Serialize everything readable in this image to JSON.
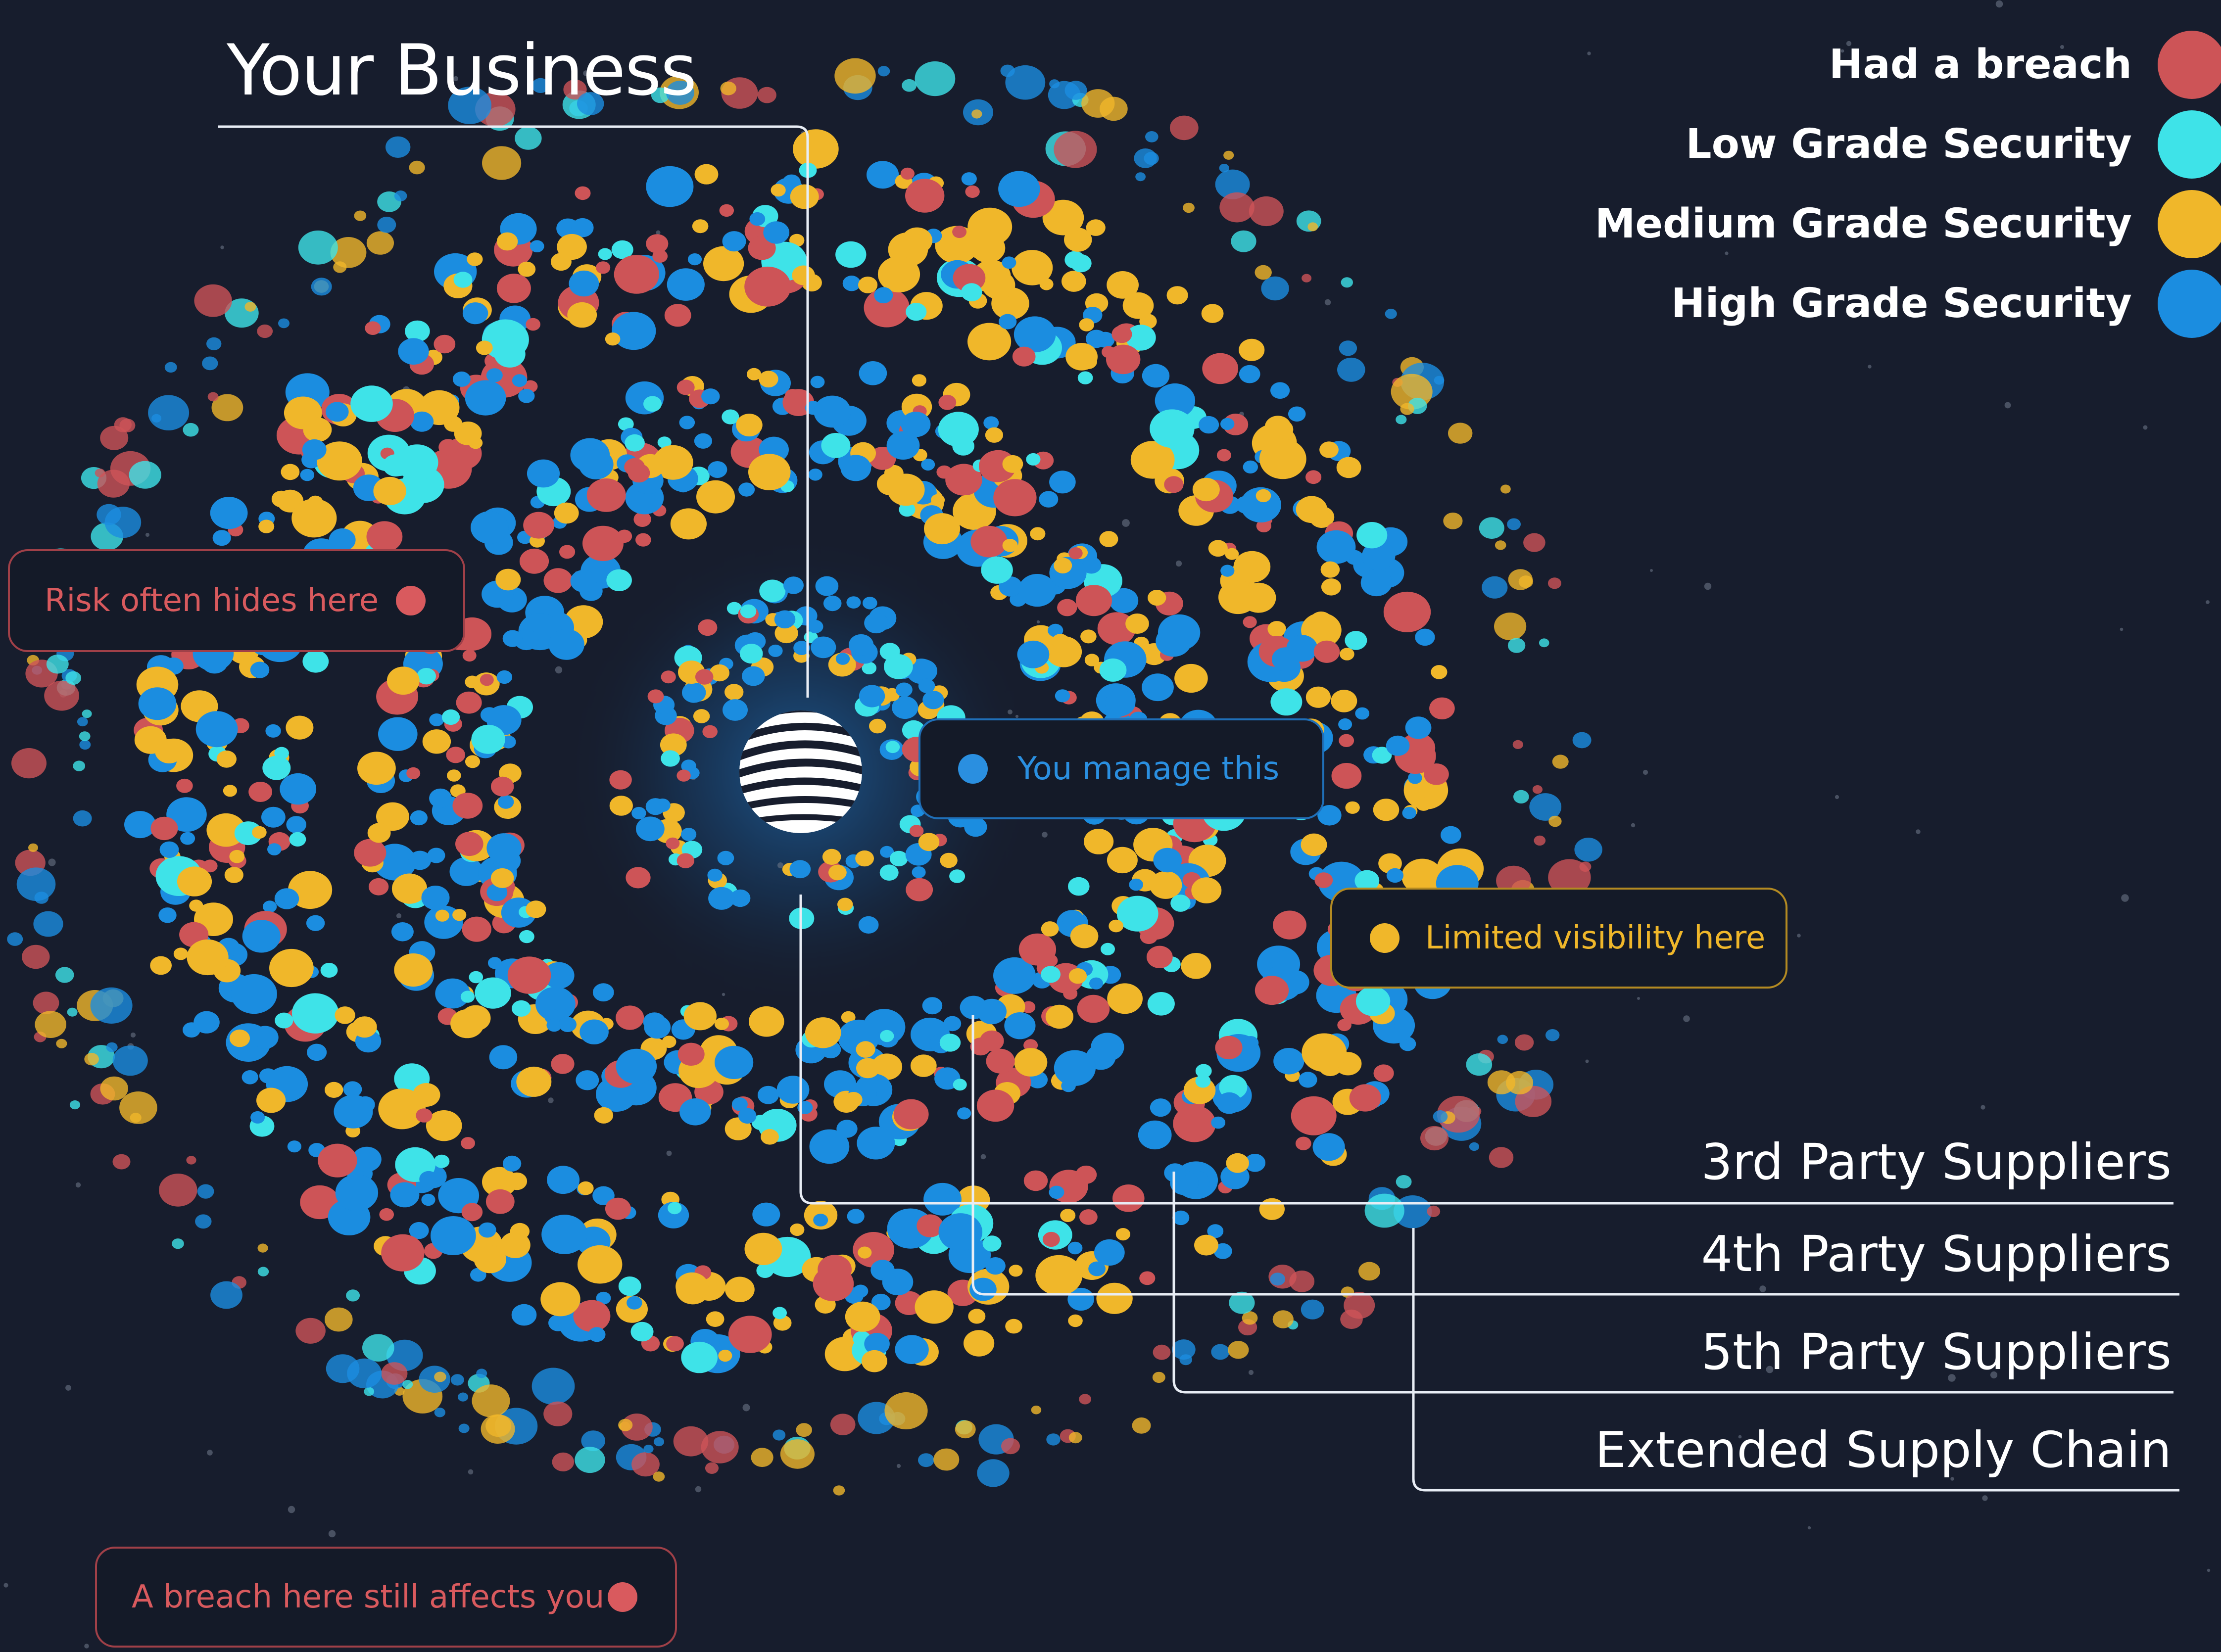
{
  "title": "Your Business",
  "legend": [
    {
      "label": "Had a breach",
      "color": "#cd5457"
    },
    {
      "label": "Low Grade Security",
      "color": "#3ee3e8"
    },
    {
      "label": "Medium Grade Security",
      "color": "#f0b72a"
    },
    {
      "label": "High Grade Security",
      "color": "#1b8de0"
    }
  ],
  "callouts": {
    "risk": {
      "text": "Risk often hides here",
      "color": "#d95a5e"
    },
    "manage": {
      "text": "You manage this",
      "color": "#2a8fe0"
    },
    "visibility": {
      "text": "Limited visibility here",
      "color": "#f0b72a"
    },
    "breach": {
      "text": "A breach here still affects you",
      "color": "#d95a5e"
    }
  },
  "rings": [
    {
      "label": "3rd Party Suppliers"
    },
    {
      "label": "4th Party Suppliers"
    },
    {
      "label": "5th Party Suppliers"
    },
    {
      "label": "Extended Supply Chain"
    }
  ],
  "colors": {
    "background": "#171d2d",
    "connector": "#e8edf5",
    "glow": "#1d5a96"
  },
  "center_icon": "striped-globe-logo-icon"
}
